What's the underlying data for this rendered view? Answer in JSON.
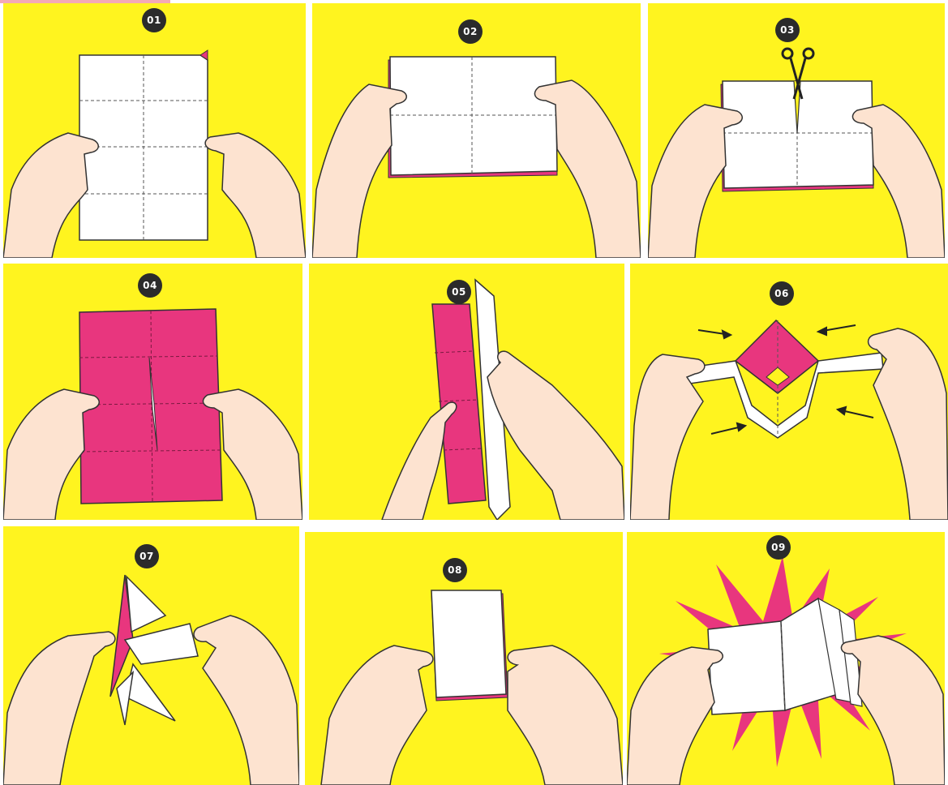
{
  "steps": [
    {
      "number": "01"
    },
    {
      "number": "02"
    },
    {
      "number": "03"
    },
    {
      "number": "04"
    },
    {
      "number": "05"
    },
    {
      "number": "06"
    },
    {
      "number": "07"
    },
    {
      "number": "08"
    },
    {
      "number": "09"
    }
  ],
  "colors": {
    "background": "#fff41f",
    "paper": "#ffffff",
    "paper_back": "#e8367e",
    "skin": "#fde3d0",
    "outline": "#333333",
    "badge": "#2b2b2b"
  },
  "icons": [
    "scissors-icon",
    "arrow-icon",
    "burst-icon"
  ]
}
